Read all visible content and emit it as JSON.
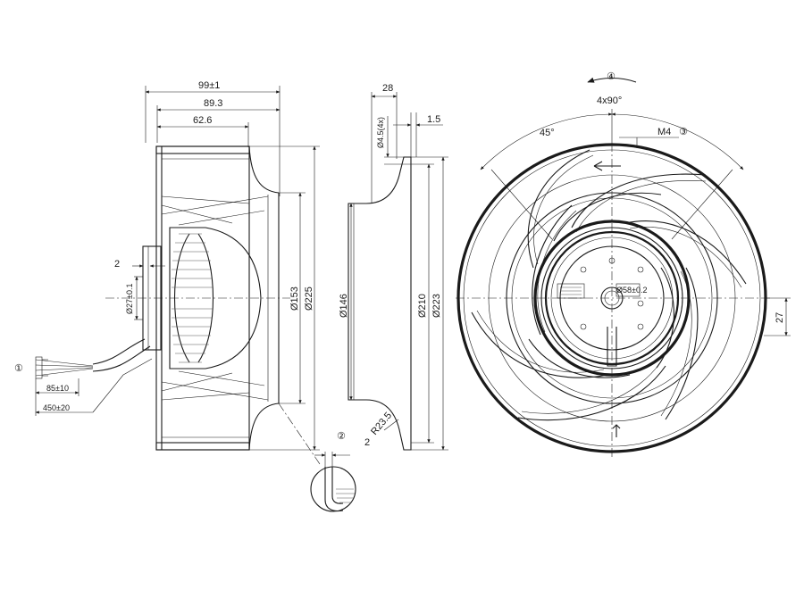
{
  "views": {
    "side": {
      "width_overall": "99±1",
      "width_inner": "89.3",
      "width_hub": "62.6",
      "offset_shaft": "2",
      "dia_shaft": "Ø27±0.1",
      "dia_153": "Ø153",
      "dia_225": "Ø225",
      "lead_short": "85±10",
      "lead_long": "450±20"
    },
    "section": {
      "depth": "28",
      "hole_dia": "Ø4.5(4x)",
      "thickness": "1.5",
      "dia_146": "Ø146",
      "dia_210": "Ø210",
      "dia_223": "Ø223",
      "radius": "R23.5",
      "lip": "2"
    },
    "front": {
      "angle_spacing": "4x90°",
      "angle_offset": "45°",
      "thread": "M4",
      "bore": "Ø58±0.2",
      "offset": "27"
    }
  },
  "callouts": [
    "①",
    "②",
    "③",
    "④"
  ]
}
